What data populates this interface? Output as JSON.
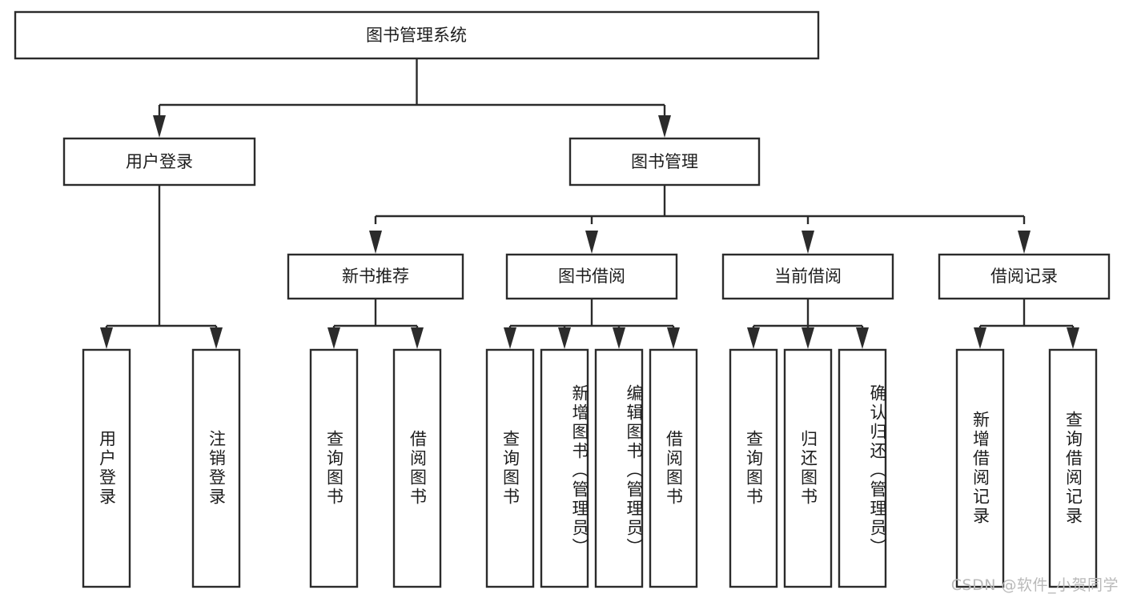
{
  "diagram": {
    "type": "tree-hierarchy-functional-decomposition",
    "title": "图书管理系统",
    "watermark": "CSDN @软件_小贺同学",
    "colors": {
      "stroke": "#2b2b2b",
      "fill": "#ffffff",
      "text": "#1d1d1d",
      "watermark": "#b9b9b9"
    },
    "levels": {
      "root": {
        "label": "图书管理系统"
      },
      "level2": [
        {
          "label": "用户登录"
        },
        {
          "label": "图书管理"
        }
      ],
      "level3": [
        {
          "label": "新书推荐"
        },
        {
          "label": "图书借阅"
        },
        {
          "label": "当前借阅"
        },
        {
          "label": "借阅记录"
        }
      ],
      "leaves": [
        {
          "label": "用户登录",
          "parent": "用户登录"
        },
        {
          "label": "注销登录",
          "parent": "用户登录"
        },
        {
          "label": "查询图书",
          "parent": "新书推荐"
        },
        {
          "label": "借阅图书",
          "parent": "新书推荐"
        },
        {
          "label": "查询图书",
          "parent": "图书借阅"
        },
        {
          "label": "新增图书（管理员）",
          "parent": "图书借阅"
        },
        {
          "label": "编辑图书（管理员）",
          "parent": "图书借阅"
        },
        {
          "label": "借阅图书",
          "parent": "图书借阅"
        },
        {
          "label": "查询图书",
          "parent": "当前借阅"
        },
        {
          "label": "归还图书",
          "parent": "当前借阅"
        },
        {
          "label": "确认归还（管理员）",
          "parent": "当前借阅"
        },
        {
          "label": "新增借阅记录",
          "parent": "借阅记录"
        },
        {
          "label": "查询借阅记录",
          "parent": "借阅记录"
        }
      ]
    }
  }
}
